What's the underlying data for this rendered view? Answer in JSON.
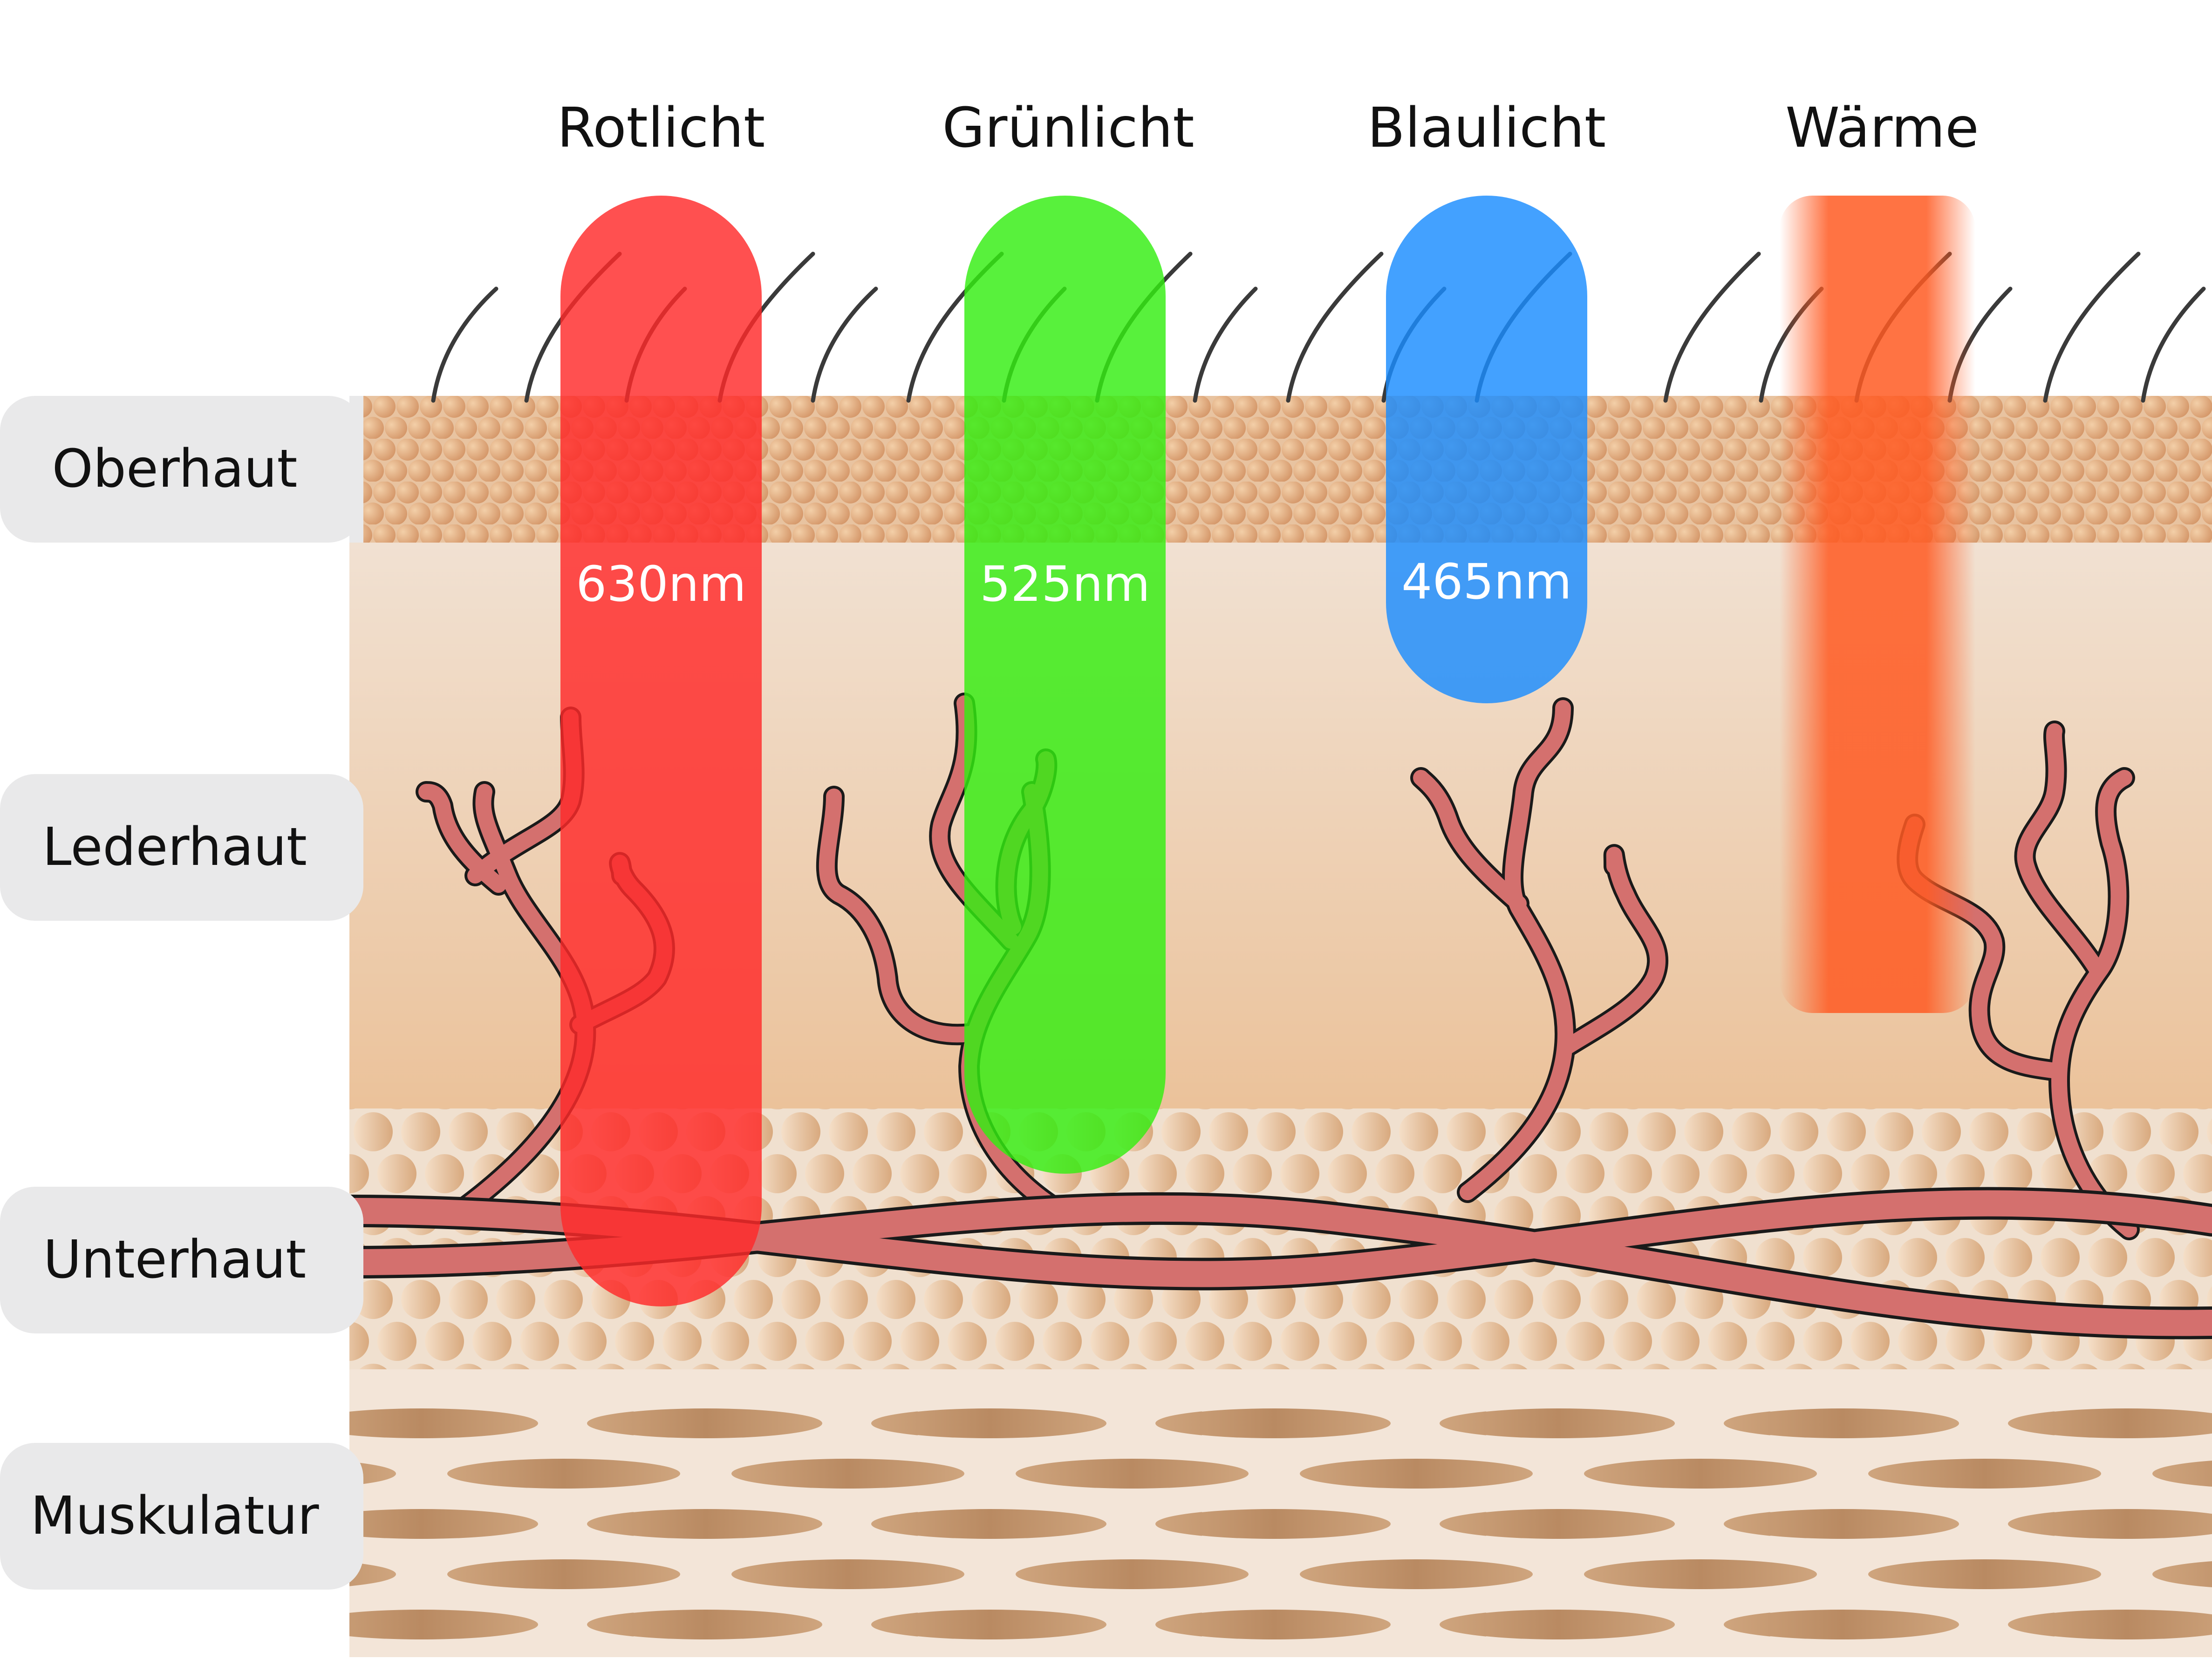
{
  "layers": [
    {
      "label": "Oberhaut"
    },
    {
      "label": "Lederhaut"
    },
    {
      "label": "Unterhaut"
    },
    {
      "label": "Muskulatur"
    }
  ],
  "lights": [
    {
      "label": "Rotlicht",
      "wavelength": "630nm",
      "color": "#ff2a2a"
    },
    {
      "label": "Grünlicht",
      "wavelength": "525nm",
      "color": "#33ee11"
    },
    {
      "label": "Blaulicht",
      "wavelength": "465nm",
      "color": "#1a8cff"
    },
    {
      "label": "Wärme",
      "wavelength": "",
      "color": "#ff5a22"
    }
  ],
  "colors": {
    "label_bg": "#e9e9ea",
    "epidermis": "#dca273",
    "dermis_top": "#f1e0d0",
    "dermis_bottom": "#ebc39b",
    "subcutis_bg": "#f0e0d0",
    "muscle_bg": "#f2e5d9",
    "vessel": "#d4706e",
    "hair": "#333333"
  }
}
